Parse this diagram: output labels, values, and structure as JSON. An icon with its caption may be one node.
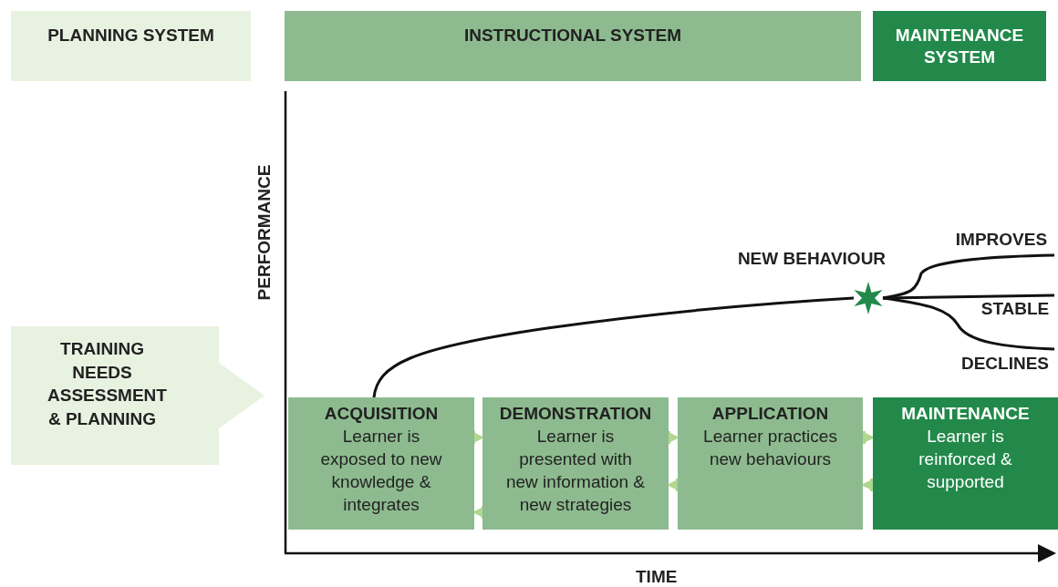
{
  "diagram": {
    "nodes": [
      {
        "text": [
          "PLANNING SYSTEM"
        ]
      },
      {
        "text": [
          "INSTRUCTIONAL SYSTEM"
        ]
      },
      {
        "text": [
          "MAINTENANCE SYSTEM"
        ]
      },
      {
        "text": [
          "TRAINING NEEDS ASSESSMENT & PLANNING"
        ]
      },
      {
        "text": [
          "ACQUISITION",
          "Learner is exposed to new knowledge & integrates"
        ]
      },
      {
        "text": [
          "DEMONSTRATION",
          "Learner is presented with new information & new strategies"
        ]
      },
      {
        "text": [
          "APPLICATION",
          "Learner practices new behaviours"
        ]
      },
      {
        "text": [
          "MAINTENANCE",
          "Learner is reinforced & supported"
        ]
      },
      {
        "text": [
          "NEW BEHAVIOUR"
        ]
      },
      {
        "text": [
          "IMPROVES"
        ]
      },
      {
        "text": [
          "STABLE"
        ]
      },
      {
        "text": [
          "DECLINES"
        ]
      }
    ],
    "edges": [
      {
        "from": 4,
        "to": 5,
        "arrow": "to"
      },
      {
        "from": 5,
        "to": 4,
        "arrow": "to"
      },
      {
        "from": 5,
        "to": 6,
        "arrow": "to"
      },
      {
        "from": 6,
        "to": 5,
        "arrow": "to"
      },
      {
        "from": 6,
        "to": 7,
        "arrow": "to"
      },
      {
        "from": 7,
        "to": 6,
        "arrow": "to"
      },
      {
        "from": 4,
        "to": 8,
        "arrow": "none",
        "color": "#111111"
      },
      {
        "from": 8,
        "to": 9,
        "arrow": "none",
        "color": "#111111"
      },
      {
        "from": 8,
        "to": 10,
        "arrow": "none",
        "color": "#111111"
      },
      {
        "from": 8,
        "to": 11,
        "arrow": "none",
        "color": "#111111"
      }
    ],
    "labels": [
      "PERFORMANCE",
      "TIME"
    ]
  }
}
